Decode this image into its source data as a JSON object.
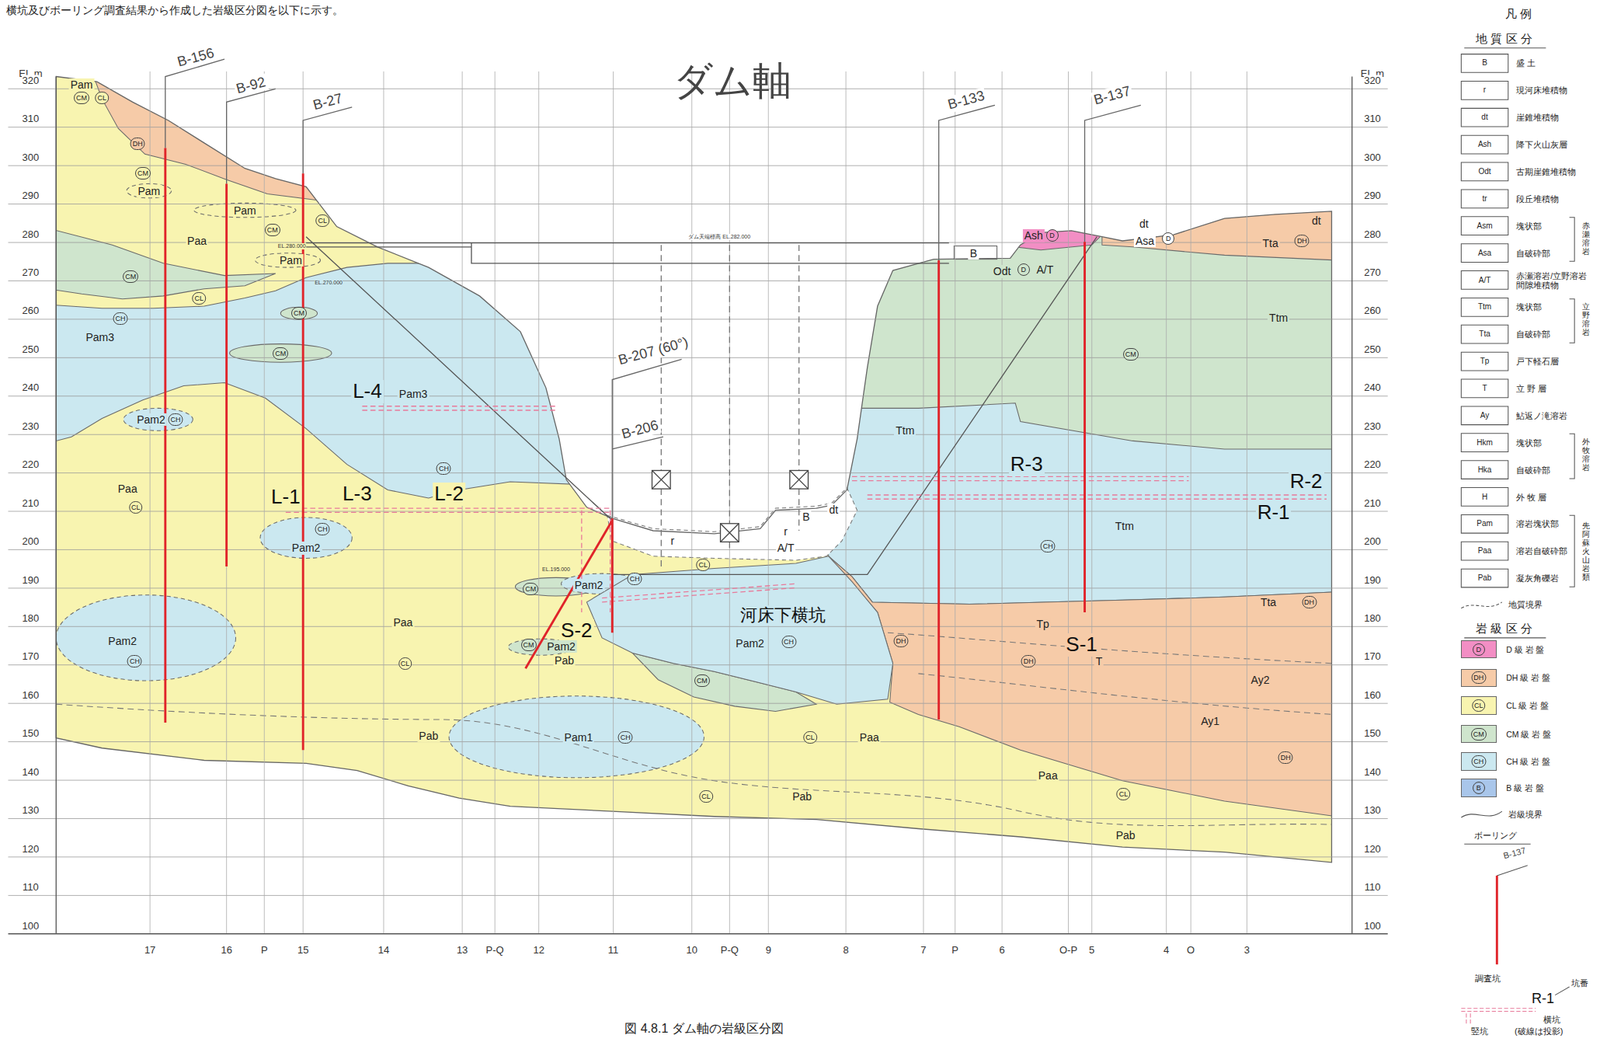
{
  "diagram": {
    "title": "ダム軸",
    "caption": "図 4.8.1 ダム軸の岩級区分図",
    "labels": [
      "横坑及びボーリング調査結果から作成した岩級区分図を以下に示す。",
      "EL.m",
      "320",
      "310",
      "300",
      "290",
      "280",
      "270",
      "260",
      "250",
      "240",
      "230",
      "220",
      "210",
      "200",
      "190",
      "180",
      "170",
      "160",
      "150",
      "140",
      "130",
      "120",
      "110",
      "100",
      "EL.m",
      "320",
      "310",
      "300",
      "290",
      "280",
      "270",
      "260",
      "250",
      "240",
      "230",
      "220",
      "210",
      "200",
      "190",
      "180",
      "170",
      "160",
      "150",
      "140",
      "130",
      "120",
      "110",
      "100",
      "17",
      "16",
      "P",
      "15",
      "14",
      "13",
      "P-Q",
      "12",
      "11",
      "10",
      "P-Q",
      "9",
      "8",
      "7",
      "P",
      "6",
      "O-P",
      "5",
      "4",
      "O",
      "3",
      "B-156",
      "B-92",
      "B-27",
      "B-207 (60°)",
      "B-206",
      "B-133",
      "B-137",
      "Pam",
      "CM",
      "CL",
      "DH",
      "CM",
      "Pam",
      "Pam",
      "CM",
      "CL",
      "Paa",
      "EL.280.000",
      "Pam",
      "CM",
      "EL.270.000",
      "CM",
      "CL",
      "CH",
      "Pam3",
      "CM",
      "L-4",
      "Pam3",
      "CH",
      "Pam2",
      "CH",
      "Paa",
      "CL",
      "L-1",
      "L-3",
      "L-2",
      "CH",
      "Pam2",
      "ダム天端標高 EL.282.000",
      "CL",
      "EL.195.000",
      "CM",
      "Pam2",
      "CH",
      "S-2",
      "CM",
      "Pam2",
      "Pab",
      "Paa",
      "CL",
      "Pam2",
      "CH",
      "河床下横坑",
      "Pam2",
      "CH",
      "CM",
      "Pab",
      "Pam1",
      "CH",
      "CL",
      "Paa",
      "CL",
      "Pab",
      "r",
      "A/T",
      "r",
      "B",
      "dt",
      "Ash",
      "D",
      "dt",
      "Asa",
      "D",
      "B",
      "Odt",
      "D",
      "A/T",
      "dt",
      "Tta",
      "DH",
      "Ttm",
      "CM",
      "Ttm",
      "R-3",
      "R-2",
      "R-1",
      "Ttm",
      "CH",
      "Tta",
      "DH",
      "DH",
      "Tp",
      "S-1",
      "T",
      "DH",
      "Ay2",
      "Ay1",
      "DH",
      "Paa",
      "CL",
      "Pab",
      "凡 例",
      "地 質 区 分",
      "B",
      "r",
      "dt",
      "Ash",
      "Odt",
      "tr",
      "Asm",
      "Asa",
      "A/T",
      "Ttm",
      "Tta",
      "Tp",
      "T",
      "Ay",
      "Hkm",
      "Hka",
      "H",
      "Pam",
      "Paa",
      "Pab",
      "赤瀬溶岩",
      "立野溶岩",
      "外牧溶岩",
      "先阿蘇火山岩類",
      "岩 級 区 分",
      "D",
      "DH",
      "CL",
      "CM",
      "CH",
      "B",
      "ボーリング",
      "B-137",
      "調査坑",
      "坑番",
      "R-1",
      "横坑",
      "竪坑",
      "(破線は投影)"
    ],
    "legend": [
      {
        "text": "盛 土"
      },
      {
        "text": "現河床堆積物"
      },
      {
        "text": "崖錐堆積物"
      },
      {
        "text": "降下火山灰層"
      },
      {
        "text": "古期崖錐堆積物"
      },
      {
        "text": "段丘堆積物"
      },
      {
        "text": "塊状部"
      },
      {
        "text": "自破砕部"
      },
      {
        "text": "赤瀬溶岩/立野溶岩 間隙堆積物"
      },
      {
        "text": "塊状部"
      },
      {
        "text": "自破砕部"
      },
      {
        "text": "戸下軽石層"
      },
      {
        "text": "立 野 層"
      },
      {
        "text": "鮎返ノ滝溶岩"
      },
      {
        "text": "塊状部"
      },
      {
        "text": "自破砕部"
      },
      {
        "text": "外 牧 層"
      },
      {
        "text": "溶岩塊状部"
      },
      {
        "text": "溶岩自破砕部"
      },
      {
        "text": "凝灰角礫岩"
      },
      {
        "text": "地質境界"
      },
      {
        "text": "D 級 岩 盤",
        "color": "#f28ec4"
      },
      {
        "text": "DH 級 岩 盤",
        "color": "#f6cba8"
      },
      {
        "text": "CL 級 岩 盤",
        "color": "#f8f4b0"
      },
      {
        "text": "CM 級 岩 盤",
        "color": "#cfe5cd"
      },
      {
        "text": "CH 級 岩 盤",
        "color": "#cbe8f0"
      },
      {
        "text": "B 級 岩 盤",
        "color": "#a9c6ea"
      },
      {
        "text": "岩級境界"
      }
    ]
  }
}
